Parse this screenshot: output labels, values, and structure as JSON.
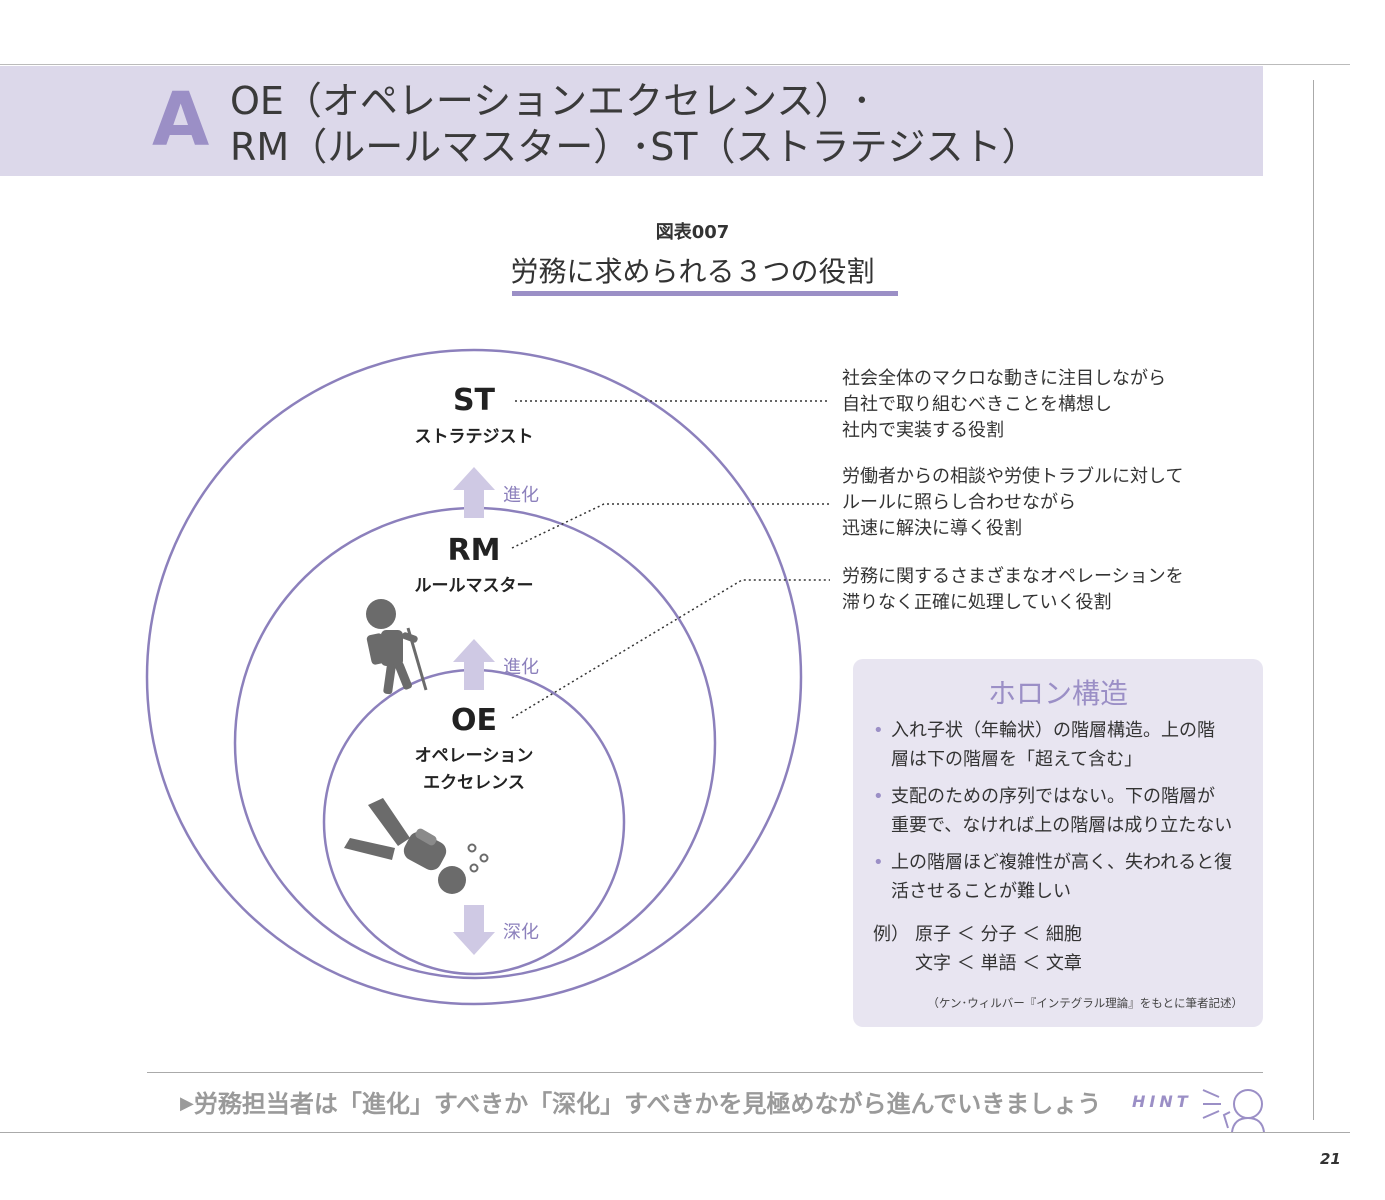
{
  "header": {
    "letter": "A",
    "title_line1": "OE（オペレーションエクセレンス）･",
    "title_line2": "RM（ルールマスター）･ST（ストラテジスト）"
  },
  "figure": {
    "number": "図表007",
    "title": "労務に求められる３つの役割"
  },
  "roles": {
    "st": {
      "abbr": "ST",
      "name": "ストラテジスト"
    },
    "rm": {
      "abbr": "RM",
      "name": "ルールマスター"
    },
    "oe": {
      "abbr": "OE",
      "name_line1": "オペレーション",
      "name_line2": "エクセレンス"
    }
  },
  "arrows": {
    "up1": "進化",
    "up2": "進化",
    "down": "深化"
  },
  "descriptions": {
    "st": [
      "社会全体のマクロな動きに注目しながら",
      "自社で取り組むべきことを構想し",
      "社内で実装する役割"
    ],
    "rm": [
      "労働者からの相談や労使トラブルに対して",
      "ルールに照らし合わせながら",
      "迅速に解決に導く役割"
    ],
    "oe": [
      "労務に関するさまざまなオペレーションを",
      "滞りなく正確に処理していく役割"
    ]
  },
  "holon": {
    "title": "ホロン構造",
    "bullets": [
      [
        "入れ子状（年輪状）の階層構造。上の階",
        "層は下の階層を「超えて含む」"
      ],
      [
        "支配のための序列ではない。下の階層が",
        "重要で、なければ上の階層は成り立たない"
      ],
      [
        "上の階層ほど複雑性が高く、失われると復",
        "活させることが難しい"
      ]
    ],
    "example_label": "例）",
    "example_line1": "原子 ＜ 分子 ＜ 細胞",
    "example_line2": "文字 ＜ 単語 ＜ 文章",
    "source": "（ケン･ウィルバー『インテグラル理論』をもとに筆者記述）"
  },
  "hint": {
    "marker": "▶",
    "text": "労務担当者は「進化」すべきか「深化」すべきかを見極めながら進んでいきましょう",
    "label": "HINT"
  },
  "page_number": "21",
  "colors": {
    "accent": "#9b8fc6",
    "band": "#dcd8ea",
    "box": "#e8e5f1"
  }
}
